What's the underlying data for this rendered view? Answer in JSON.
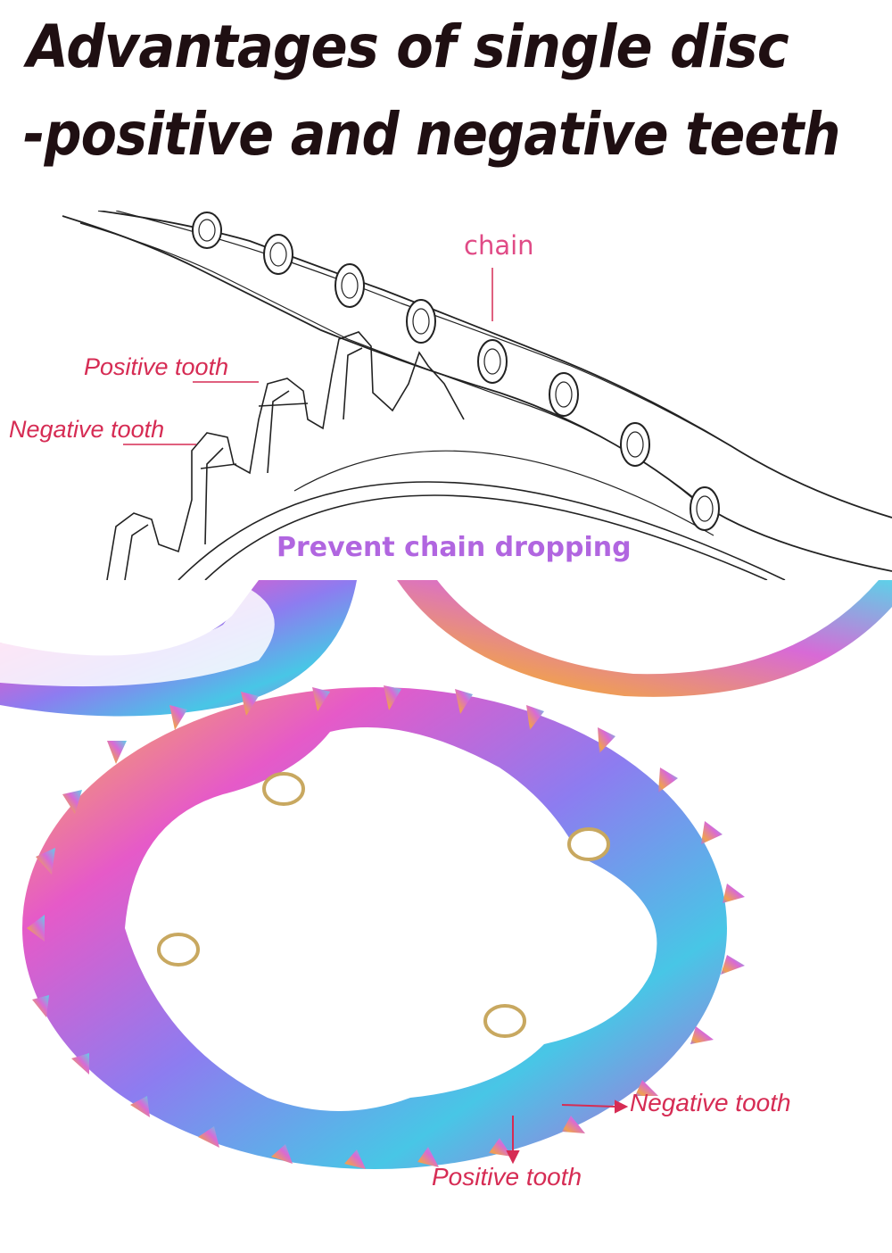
{
  "header": {
    "line1": "Advantages of single disc",
    "line2": "-positive and negative teeth"
  },
  "diagram": {
    "chain_label": "chain",
    "positive_tooth_label": "Positive tooth",
    "negative_tooth_label": "Negative tooth",
    "caption": "Prevent chain dropping"
  },
  "photo": {
    "negative_tooth_label": "Negative tooth",
    "positive_tooth_label": "Positive tooth"
  },
  "colors": {
    "title": "#1f0f12",
    "callout_red": "#d62c54",
    "chain_pink": "#e04b86",
    "caption_purple": "#b166e0"
  }
}
